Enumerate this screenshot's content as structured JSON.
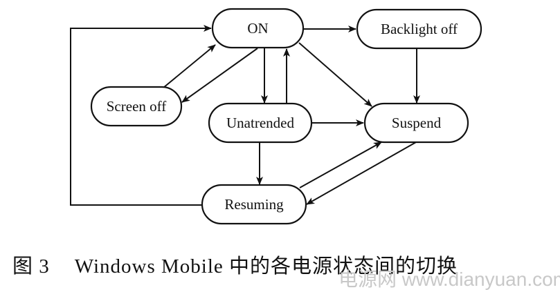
{
  "diagram": {
    "title": "Windows Mobile power state transitions",
    "nodes": [
      {
        "id": "on",
        "label": "ON"
      },
      {
        "id": "backlight_off",
        "label": "Backlight off"
      },
      {
        "id": "screen_off",
        "label": "Screen off"
      },
      {
        "id": "unattended",
        "label": "Unatrended"
      },
      {
        "id": "suspend",
        "label": "Suspend"
      },
      {
        "id": "resuming",
        "label": "Resuming"
      }
    ],
    "edges": [
      {
        "from": "on",
        "to": "backlight_off"
      },
      {
        "from": "on",
        "to": "screen_off"
      },
      {
        "from": "screen_off",
        "to": "on"
      },
      {
        "from": "on",
        "to": "unattended"
      },
      {
        "from": "unattended",
        "to": "on"
      },
      {
        "from": "on",
        "to": "suspend"
      },
      {
        "from": "backlight_off",
        "to": "suspend"
      },
      {
        "from": "unattended",
        "to": "suspend"
      },
      {
        "from": "unattended",
        "to": "resuming"
      },
      {
        "from": "suspend",
        "to": "resuming"
      },
      {
        "from": "resuming",
        "to": "suspend"
      },
      {
        "from": "resuming",
        "to": "on"
      }
    ]
  },
  "caption": {
    "figure_number": "图 3",
    "text": "Windows Mobile 中的各电源状态间的切换"
  },
  "watermark": "电源网 www.dianyuan.com"
}
